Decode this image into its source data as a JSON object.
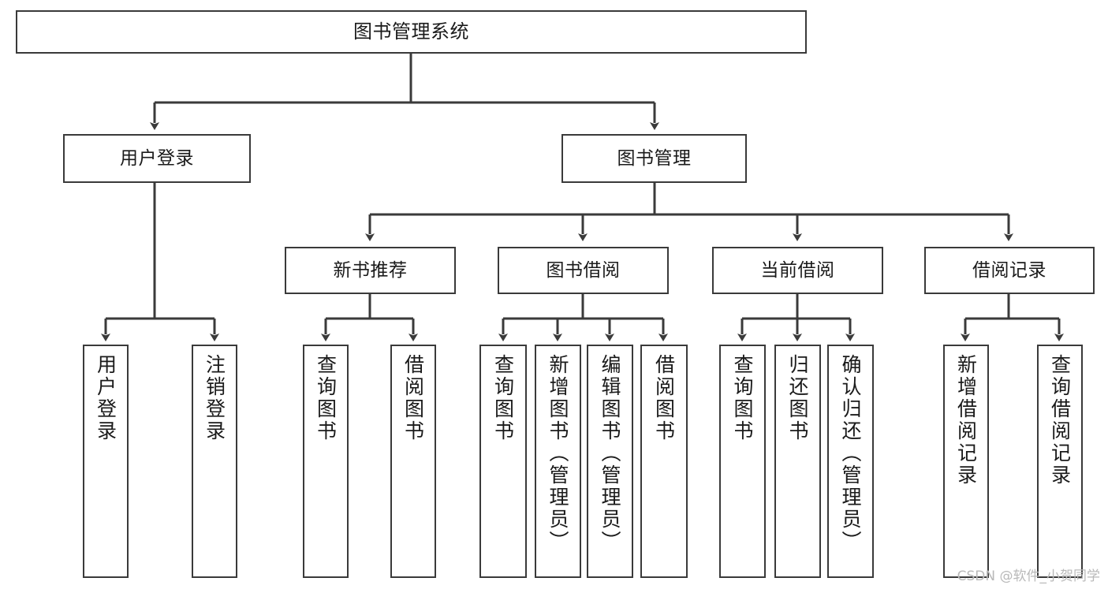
{
  "diagram": {
    "title": "图书管理系统",
    "type": "tree-hierarchy",
    "orientation": "top-down",
    "colors": {
      "box_border": "#3a3a3a",
      "box_fill": "#ffffff",
      "edge": "#3a3a3a",
      "text": "#1a1a1a",
      "watermark": "#b9b9b9",
      "background": "#ffffff"
    }
  },
  "root": {
    "label": "图书管理系统"
  },
  "level2": [
    {
      "label": "用户登录"
    },
    {
      "label": "图书管理"
    }
  ],
  "level3": [
    {
      "label": "新书推荐"
    },
    {
      "label": "图书借阅"
    },
    {
      "label": "当前借阅"
    },
    {
      "label": "借阅记录"
    }
  ],
  "leaves": {
    "user_login": [
      {
        "label": "用户登录"
      },
      {
        "label": "注销登录"
      }
    ],
    "new_book_recommend": [
      {
        "label": "查询图书"
      },
      {
        "label": "借阅图书"
      }
    ],
    "book_borrow": [
      {
        "label": "查询图书"
      },
      {
        "label": "新增图书（管理员）"
      },
      {
        "label": "编辑图书（管理员）"
      },
      {
        "label": "借阅图书"
      }
    ],
    "current_borrow": [
      {
        "label": "查询图书"
      },
      {
        "label": "归还图书"
      },
      {
        "label": "确认归还（管理员）"
      }
    ],
    "borrow_record": [
      {
        "label": "新增借阅记录"
      },
      {
        "label": "查询借阅记录"
      }
    ]
  },
  "watermark": {
    "text": "CSDN @软件_小贺同学"
  }
}
